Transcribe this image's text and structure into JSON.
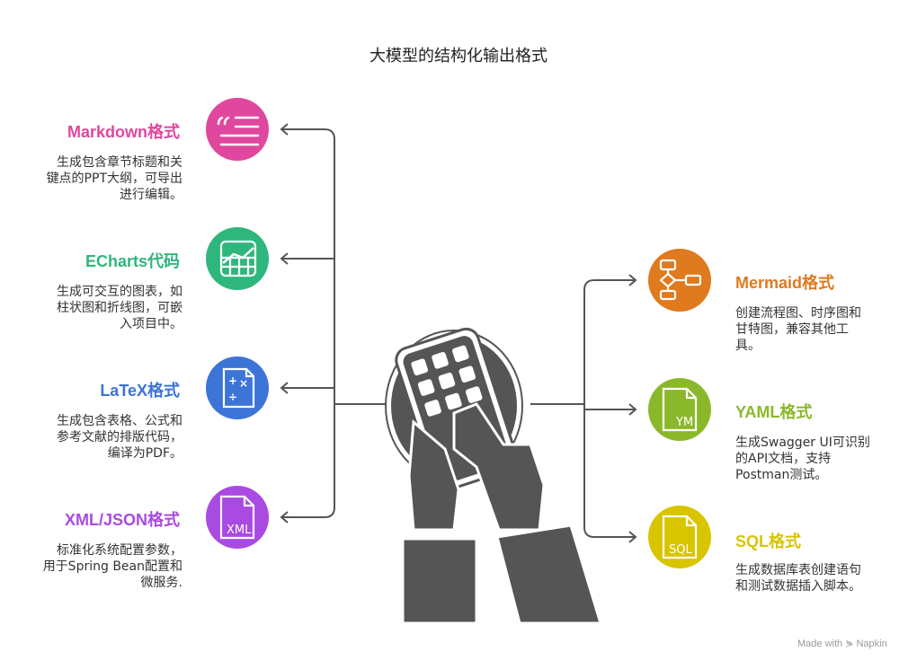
{
  "title": "大模型的结构化输出格式",
  "left": [
    {
      "label": "Markdown格式",
      "desc": "生成包含章节标题和关\n键点的PPT大纲，可导出\n进行编辑。",
      "color": "#e0479e"
    },
    {
      "label": "ECharts代码",
      "desc": "生成可交互的图表，如\n柱状图和折线图，可嵌\n入项目中。",
      "color": "#2fb67c"
    },
    {
      "label": "LaTeX格式",
      "desc": "生成包含表格、公式和\n参考文献的排版代码，\n编译为PDF。",
      "color": "#3d74d8"
    },
    {
      "label": "XML/JSON格式",
      "desc": "标准化系统配置参数，\n用于Spring Bean配置和\n微服务.",
      "color": "#a94ae0"
    }
  ],
  "right": [
    {
      "label": "Mermaid格式",
      "desc": "创建流程图、时序图和\n甘特图，兼容其他工\n具。",
      "color": "#e07a1f"
    },
    {
      "label": "YAML格式",
      "desc": "生成Swagger UI可识别\n的API文档，支持\nPostman测试。",
      "color": "#8bb82a"
    },
    {
      "label": "SQL格式",
      "desc": "生成数据库表创建语句\n和测试数据插入脚本。",
      "color": "#d9c400"
    }
  ],
  "icon_text": {
    "yaml": "YM",
    "sql": "SQL",
    "xml": "XML"
  },
  "icons": [
    "quote-list-icon",
    "chart-grid-icon",
    "math-document-icon",
    "xml-file-icon",
    "flowchart-icon",
    "yaml-file-icon",
    "sql-file-icon"
  ],
  "watermark": "Made with ⋟ Napkin"
}
